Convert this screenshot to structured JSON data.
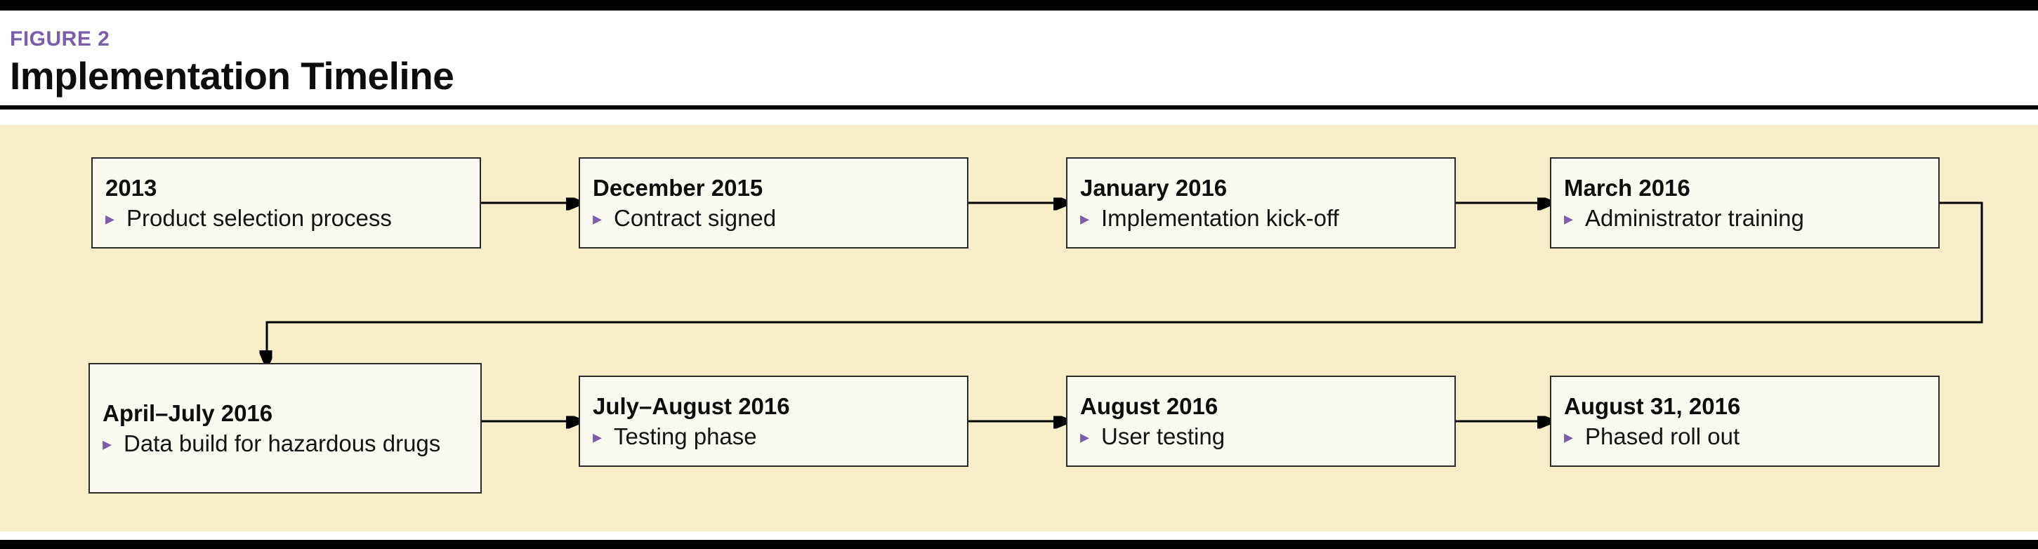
{
  "figure": {
    "label": "FIGURE 2",
    "title": "Implementation Timeline"
  },
  "colors": {
    "accent": "#7B5EA7",
    "panel_background": "#F7EDC9",
    "box_background": "#FBFAF0",
    "bar": "#000000"
  },
  "timeline": {
    "bullet_glyph": "▸",
    "boxes": [
      {
        "title": "2013",
        "description": "Product selection process"
      },
      {
        "title": "December 2015",
        "description": "Contract signed"
      },
      {
        "title": "January 2016",
        "description": "Implementation kick-off"
      },
      {
        "title": "March 2016",
        "description": "Administrator training"
      },
      {
        "title": "April–July 2016",
        "description": "Data build for hazardous drugs"
      },
      {
        "title": "July–August 2016",
        "description": "Testing phase"
      },
      {
        "title": "August 2016",
        "description": "User testing"
      },
      {
        "title": "August 31, 2016",
        "description": "Phased roll out"
      }
    ]
  }
}
